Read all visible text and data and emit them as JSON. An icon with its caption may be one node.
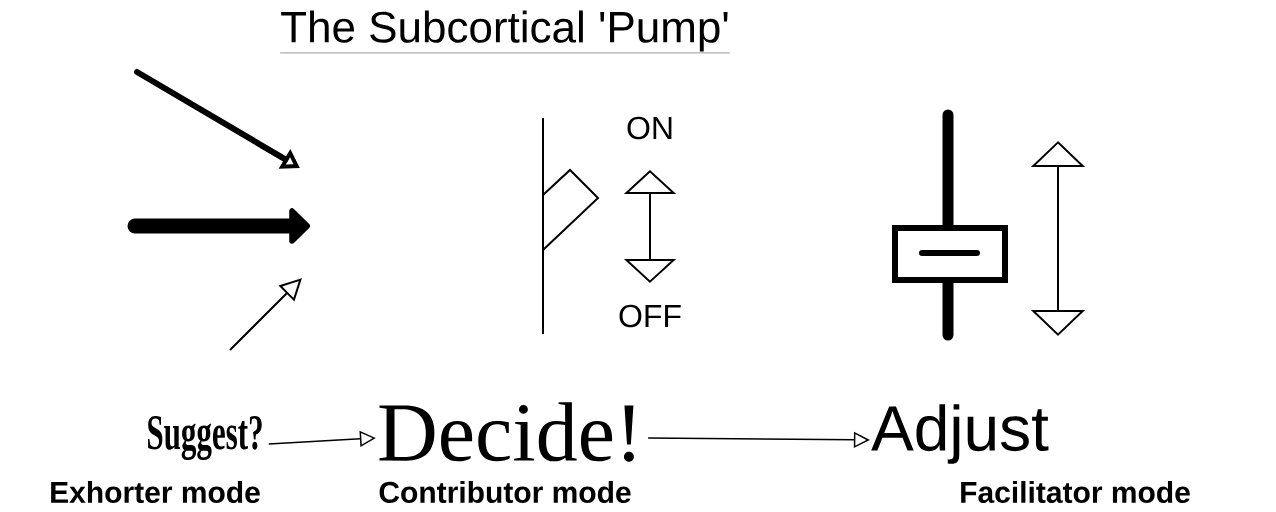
{
  "diagram": {
    "title": "The Subcortical 'Pump'",
    "nodes": [
      {
        "text": [
          "Suggest?"
        ],
        "beside": [
          "Exhorter mode"
        ]
      },
      {
        "text": [
          "Decide!"
        ],
        "beside": [
          "Contributor mode"
        ]
      },
      {
        "text": [
          "Adjust"
        ],
        "beside": [
          "Facilitator mode"
        ]
      }
    ],
    "edges": [
      {
        "from": 0,
        "to": 1,
        "arrow": "to"
      },
      {
        "from": 1,
        "to": 2,
        "arrow": "to"
      }
    ],
    "labels": [
      "ON",
      "OFF"
    ]
  }
}
